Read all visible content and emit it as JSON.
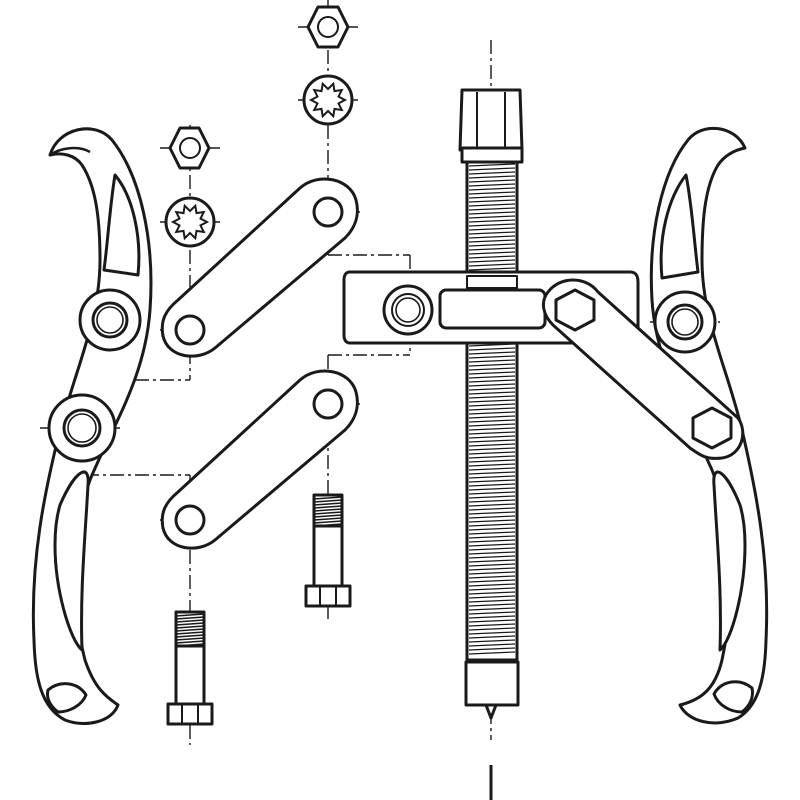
{
  "diagram": {
    "subject": "two-jaw-gear-puller-exploded-view",
    "colors": {
      "line": "#1a1a1a",
      "background": "#ffffff"
    },
    "parts": [
      {
        "name": "left-jaw"
      },
      {
        "name": "right-jaw"
      },
      {
        "name": "forcing-screw"
      },
      {
        "name": "crossbar-yoke"
      },
      {
        "name": "link-plate-upper"
      },
      {
        "name": "link-plate-lower"
      },
      {
        "name": "link-plate-right"
      },
      {
        "name": "hex-nut-small-left"
      },
      {
        "name": "hex-nut-small-top"
      },
      {
        "name": "serrated-washer-left"
      },
      {
        "name": "serrated-washer-top"
      },
      {
        "name": "shoulder-bolt-left"
      },
      {
        "name": "shoulder-bolt-center"
      }
    ]
  }
}
